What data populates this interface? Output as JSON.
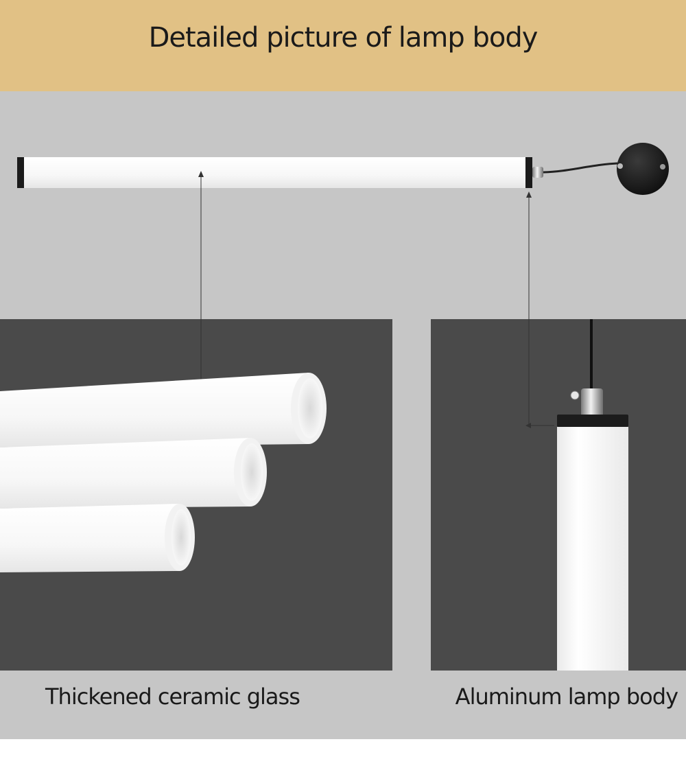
{
  "header": {
    "title": "Detailed picture of lamp body"
  },
  "captions": {
    "left": "Thickened ceramic glass",
    "right": "Aluminum lamp body"
  },
  "colors": {
    "header_bg": "#e1c185",
    "stage_bg": "#c6c6c6",
    "panel_bg": "#4a4a4a",
    "tube_white": "#f4f4f4",
    "cap_black": "#1b1b1b"
  }
}
